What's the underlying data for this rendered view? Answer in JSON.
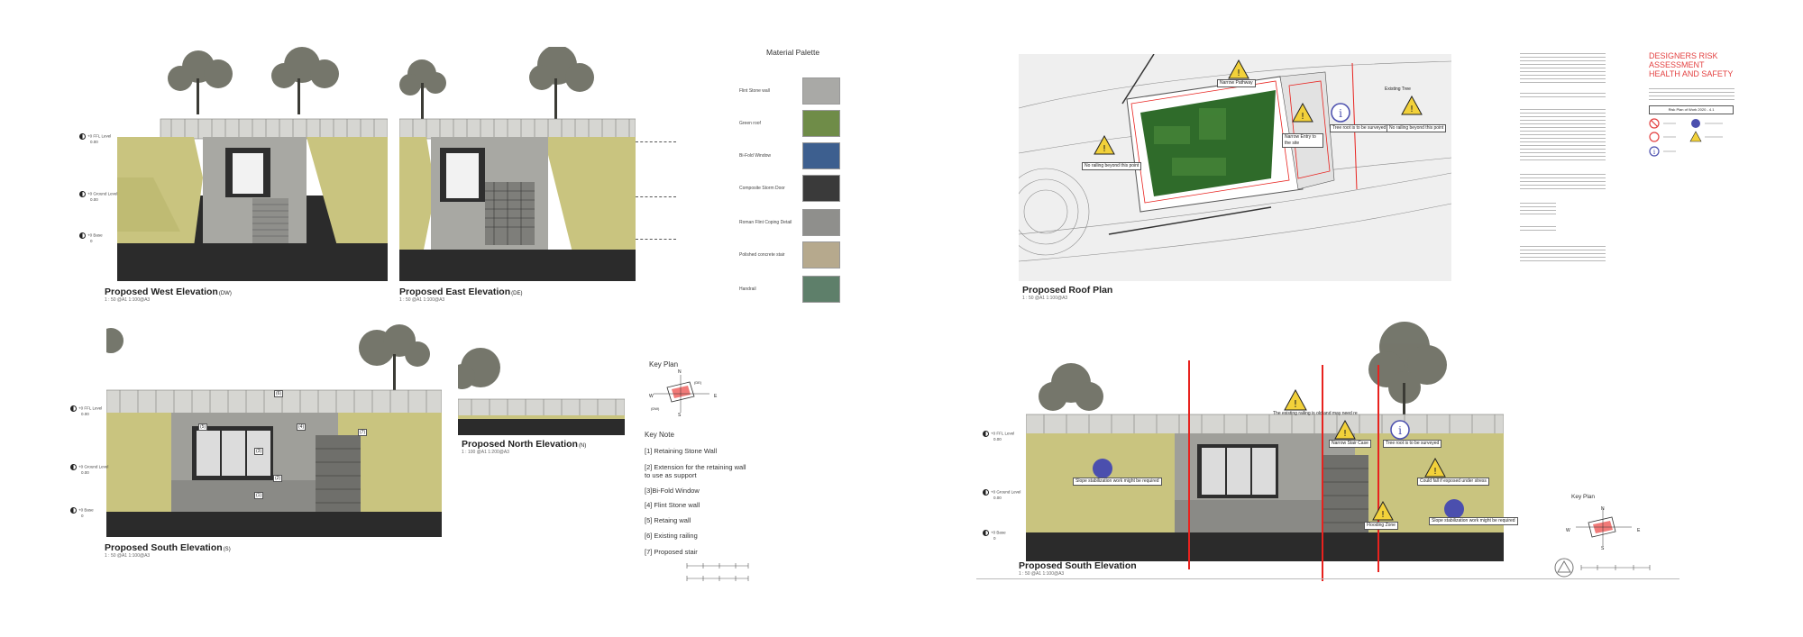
{
  "left_sheet": {
    "west_elevation": {
      "title": "Proposed West Elevation",
      "suffix": "(DW)",
      "scale": "1 : 50 @A1    1:100@A3"
    },
    "east_elevation": {
      "title": "Proposed East Elevation",
      "suffix": "(DE)",
      "scale": "1 : 50 @A1    1:100@A3"
    },
    "south_elevation": {
      "title": "Proposed South Elevation",
      "suffix": "(S)",
      "scale": "1 : 50 @A1    1:100@A3"
    },
    "north_elevation": {
      "title": "Proposed North Elevation",
      "suffix": "(N)",
      "scale": "1 : 100 @A1    1:200@A3"
    },
    "levels": [
      {
        "label": "+0  FFL Level",
        "sub": "0.00"
      },
      {
        "label": "+0  Ground Level",
        "sub": "0.00"
      },
      {
        "label": "+0  Base",
        "sub": "0"
      }
    ],
    "south_callouts": [
      "(1)",
      "(2)",
      "(3)",
      "(4)",
      "(5)",
      "(6)",
      "(7)"
    ],
    "material_palette": {
      "title": "Material Palette",
      "items": [
        {
          "label": "Flint Stone wall",
          "color": "#a9a9a6"
        },
        {
          "label": "Green roof",
          "color": "#6f8c48"
        },
        {
          "label": "Bi-Fold Window",
          "color": "#3d5f8f"
        },
        {
          "label": "Composite Storm Door",
          "color": "#3a3a3a"
        },
        {
          "label": "Roman Flint Coping Detail",
          "color": "#8f8f8c"
        },
        {
          "label": "Polished concrete stair",
          "color": "#b6a98d"
        },
        {
          "label": "Handrail",
          "color": "#5e7f6a"
        }
      ]
    },
    "key_plan": {
      "title": "Key Plan",
      "n": "N",
      "s": "S",
      "w": "W",
      "e": "E",
      "dw": "(DW)",
      "de": "(DE)"
    },
    "key_note": {
      "title": "Key Note",
      "items": [
        "[1] Retaining Stone Wall",
        "[2]  Extension for the retaining wall to use as support",
        "[3]Bi-Fold Window",
        "[4] Flint Stone wall",
        "[5] Retaing wall",
        "[6] Existing railing",
        "[7] Proposed stair"
      ]
    }
  },
  "right_sheet": {
    "roof_plan": {
      "title": "Proposed Roof Plan",
      "scale": "1 : 50 @A1    1:100@A3",
      "labels": [
        "Narrow Pathway",
        "Existing Tree",
        "Tree root is to be surveyed",
        "No railing beyond this point",
        "Narrow Entry to the site",
        "No railing beyond this point"
      ]
    },
    "south_elevation": {
      "title": "Proposed South Elevation",
      "scale": "1 : 50 @A1    1:100@A3",
      "labels": [
        "The existing railing is old and may need re",
        "Narrow Stair Case",
        "Tree root is to be surveyed",
        "Slope stabilization work might be required",
        "Could fall if exposed under stress",
        "Flooding Zone",
        "Slope stabilization work might be required"
      ]
    },
    "health_safety": {
      "title": "DESIGNERS RISK ASSESSMENT HEALTH AND SAFETY",
      "legend_header": "Risk Plan of Work 2020 - 4.1"
    },
    "key_plan": {
      "title": "Key Plan",
      "n": "N",
      "s": "S",
      "w": "W",
      "e": "E"
    }
  }
}
